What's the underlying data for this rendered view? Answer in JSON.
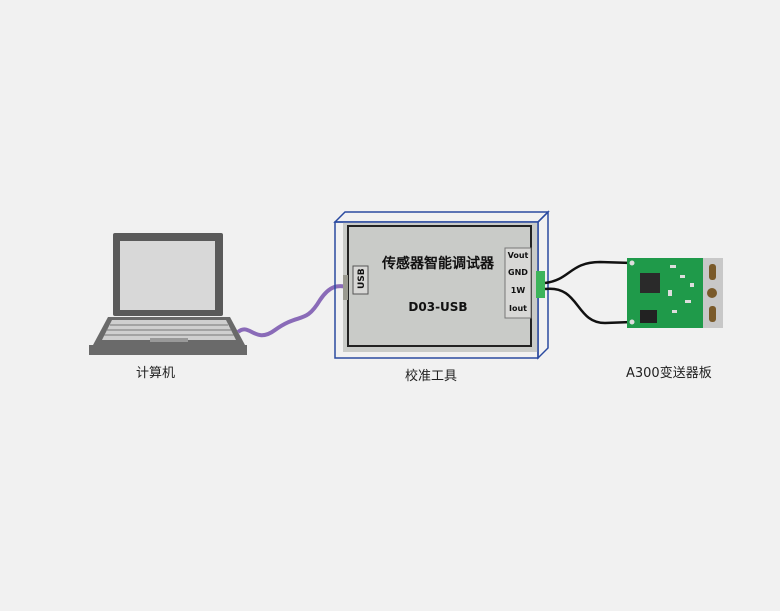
{
  "labels": {
    "computer": "计算机",
    "calibration_tool": "校准工具",
    "transmitter_board": "A300变送器板"
  },
  "device": {
    "title": "传感器智能调试器",
    "model": "D03-USB",
    "usb_port": "USB",
    "pins": [
      "Vout",
      "GND",
      "1W",
      "Iout"
    ]
  },
  "colors": {
    "usb_cable": "#8a6bb8",
    "box_outline": "#2a4aa0",
    "pcb": "#1f9a4a"
  }
}
